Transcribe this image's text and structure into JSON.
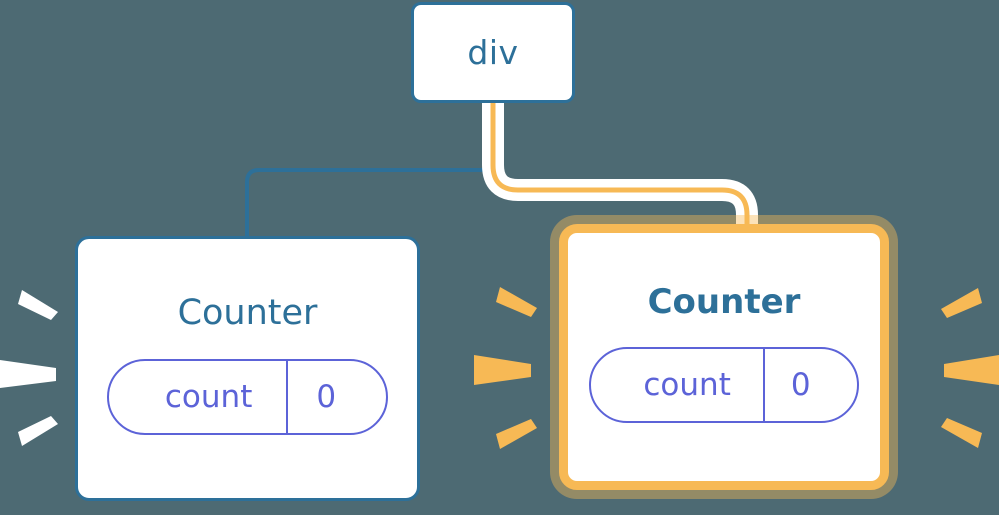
{
  "diagram": {
    "title_text": "component tree re-render highlight",
    "type": "component-tree",
    "background_color": "#4d6a73",
    "blue_color": "#2d7099",
    "orange_color": "#f7b955",
    "pill_color": "#5c63d8",
    "node_fill": "#ffffff"
  },
  "nodes": {
    "root": {
      "label": "div",
      "highlighted": false,
      "border_color": "#2d7099"
    },
    "counter_left": {
      "title": "Counter",
      "highlighted": false,
      "border_color": "#2d7099",
      "state": {
        "key": "count",
        "value": "0"
      }
    },
    "counter_right": {
      "title": "Counter",
      "highlighted": true,
      "border_color": "#f7b955",
      "state": {
        "key": "count",
        "value": "0"
      }
    }
  },
  "connectors": [
    {
      "name": "div-to-counter-left",
      "color": "#2d7099",
      "highlighted": false
    },
    {
      "name": "div-to-counter-right",
      "color": "#f7b955",
      "highlighted": true
    }
  ],
  "sparks": {
    "left_node": {
      "color": "#ffffff",
      "count": 3
    },
    "right_node_left": {
      "color": "#f7b955",
      "count": 3
    },
    "right_node_right": {
      "color": "#f7b955",
      "count": 3
    }
  }
}
